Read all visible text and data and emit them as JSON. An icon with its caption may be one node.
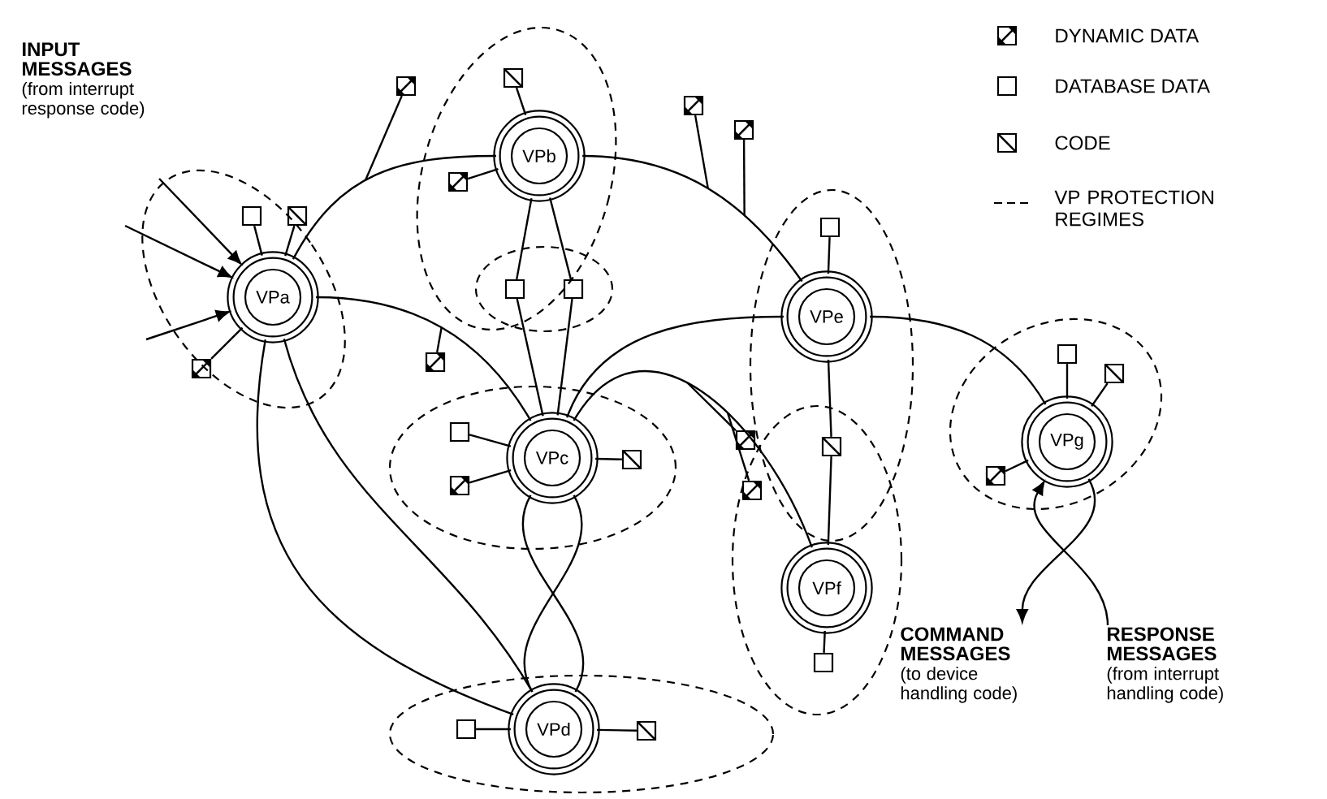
{
  "diagram": {
    "nodes": [
      {
        "text": [
          "INPUT MESSAGES",
          "(from interrupt response code)"
        ]
      },
      {
        "text": [
          "VPa"
        ]
      },
      {
        "text": [
          "VPb"
        ]
      },
      {
        "text": [
          "VPc"
        ]
      },
      {
        "text": [
          "VPd"
        ]
      },
      {
        "text": [
          "VPe"
        ]
      },
      {
        "text": [
          "VPf"
        ]
      },
      {
        "text": [
          "VPg"
        ]
      },
      {
        "text": [
          "COMMAND MESSAGES",
          "(to device handling code)"
        ]
      },
      {
        "text": [
          "RESPONSE MESSAGES",
          "(from interrupt handling code)"
        ]
      },
      {
        "text": [],
        "shape": "box"
      },
      {
        "text": [],
        "shape": "box"
      },
      {
        "text": [],
        "shape": "box"
      },
      {
        "text": [],
        "shape": "box"
      },
      {
        "text": [],
        "shape": "box"
      },
      {
        "text": [],
        "shape": "box"
      },
      {
        "text": [],
        "shape": "box"
      },
      {
        "text": [],
        "shape": "box"
      },
      {
        "text": [],
        "shape": "box"
      },
      {
        "text": [],
        "shape": "box"
      },
      {
        "text": [],
        "shape": "box"
      },
      {
        "text": [],
        "shape": "box"
      },
      {
        "text": [],
        "shape": "box"
      },
      {
        "text": [],
        "shape": "box"
      },
      {
        "text": [],
        "shape": "box"
      },
      {
        "text": [],
        "shape": "box"
      },
      {
        "text": [],
        "shape": "box"
      },
      {
        "text": [],
        "shape": "box"
      },
      {
        "text": [],
        "shape": "box"
      },
      {
        "text": [],
        "shape": "box"
      },
      {
        "text": [],
        "shape": "box"
      },
      {
        "text": [],
        "shape": "box"
      },
      {
        "text": [],
        "shape": "box"
      },
      {
        "text": [],
        "shape": "box"
      }
    ],
    "edges": [
      {
        "from": null,
        "to": 1,
        "arrow": "to"
      },
      {
        "from": null,
        "to": 1,
        "arrow": "to"
      },
      {
        "from": null,
        "to": 1,
        "arrow": "to"
      },
      {
        "from": 1,
        "to": 2,
        "arrow": "none"
      },
      {
        "from": 1,
        "to": 3,
        "arrow": "none"
      },
      {
        "from": 1,
        "to": 4,
        "arrow": "none"
      },
      {
        "from": 1,
        "to": 4,
        "arrow": "none"
      },
      {
        "from": 2,
        "to": 5,
        "arrow": "none"
      },
      {
        "from": 2,
        "to": 18,
        "arrow": "none"
      },
      {
        "from": 18,
        "to": 3,
        "arrow": "none"
      },
      {
        "from": 2,
        "to": 19,
        "arrow": "none"
      },
      {
        "from": 19,
        "to": 3,
        "arrow": "none"
      },
      {
        "from": 3,
        "to": 5,
        "arrow": "none"
      },
      {
        "from": 3,
        "to": 6,
        "arrow": "none"
      },
      {
        "from": 3,
        "to": 4,
        "arrow": "none"
      },
      {
        "from": 3,
        "to": 4,
        "arrow": "none"
      },
      {
        "from": 5,
        "to": 7,
        "arrow": "none"
      },
      {
        "from": 5,
        "to": 26,
        "arrow": "none"
      },
      {
        "from": 26,
        "to": 6,
        "arrow": "none"
      },
      {
        "from": 7,
        "to": 8,
        "arrow": "to"
      },
      {
        "from": 9,
        "to": 7,
        "arrow": "to"
      },
      {
        "from": 15,
        "to": 1,
        "arrow": "none"
      },
      {
        "from": 16,
        "to": 1,
        "arrow": "none"
      },
      {
        "from": 20,
        "to": 1,
        "arrow": "none"
      },
      {
        "from": 10,
        "to": 2,
        "arrow": "none"
      },
      {
        "from": 14,
        "to": 2,
        "arrow": "none"
      },
      {
        "from": 17,
        "to": 5,
        "arrow": "none"
      },
      {
        "from": 22,
        "to": 7,
        "arrow": "none"
      },
      {
        "from": 23,
        "to": 7,
        "arrow": "none"
      },
      {
        "from": 24,
        "to": 3,
        "arrow": "none"
      },
      {
        "from": 28,
        "to": 3,
        "arrow": "none"
      },
      {
        "from": 27,
        "to": 3,
        "arrow": "none"
      },
      {
        "from": 31,
        "to": 6,
        "arrow": "none"
      },
      {
        "from": 32,
        "to": 4,
        "arrow": "none"
      },
      {
        "from": 33,
        "to": 4,
        "arrow": "none"
      },
      {
        "from": 29,
        "to": 7,
        "arrow": "none"
      },
      {
        "from": 11,
        "to": null,
        "arrow": "none"
      },
      {
        "from": 12,
        "to": null,
        "arrow": "none"
      },
      {
        "from": 13,
        "to": null,
        "arrow": "none"
      },
      {
        "from": 21,
        "to": null,
        "arrow": "none"
      },
      {
        "from": 25,
        "to": null,
        "arrow": "none"
      },
      {
        "from": 30,
        "to": null,
        "arrow": "none"
      }
    ],
    "legend": [
      {
        "text": "DYNAMIC DATA"
      },
      {
        "text": "DATABASE DATA"
      },
      {
        "text": "CODE"
      },
      {
        "text": "VP PROTECTION REGIMES"
      }
    ]
  }
}
